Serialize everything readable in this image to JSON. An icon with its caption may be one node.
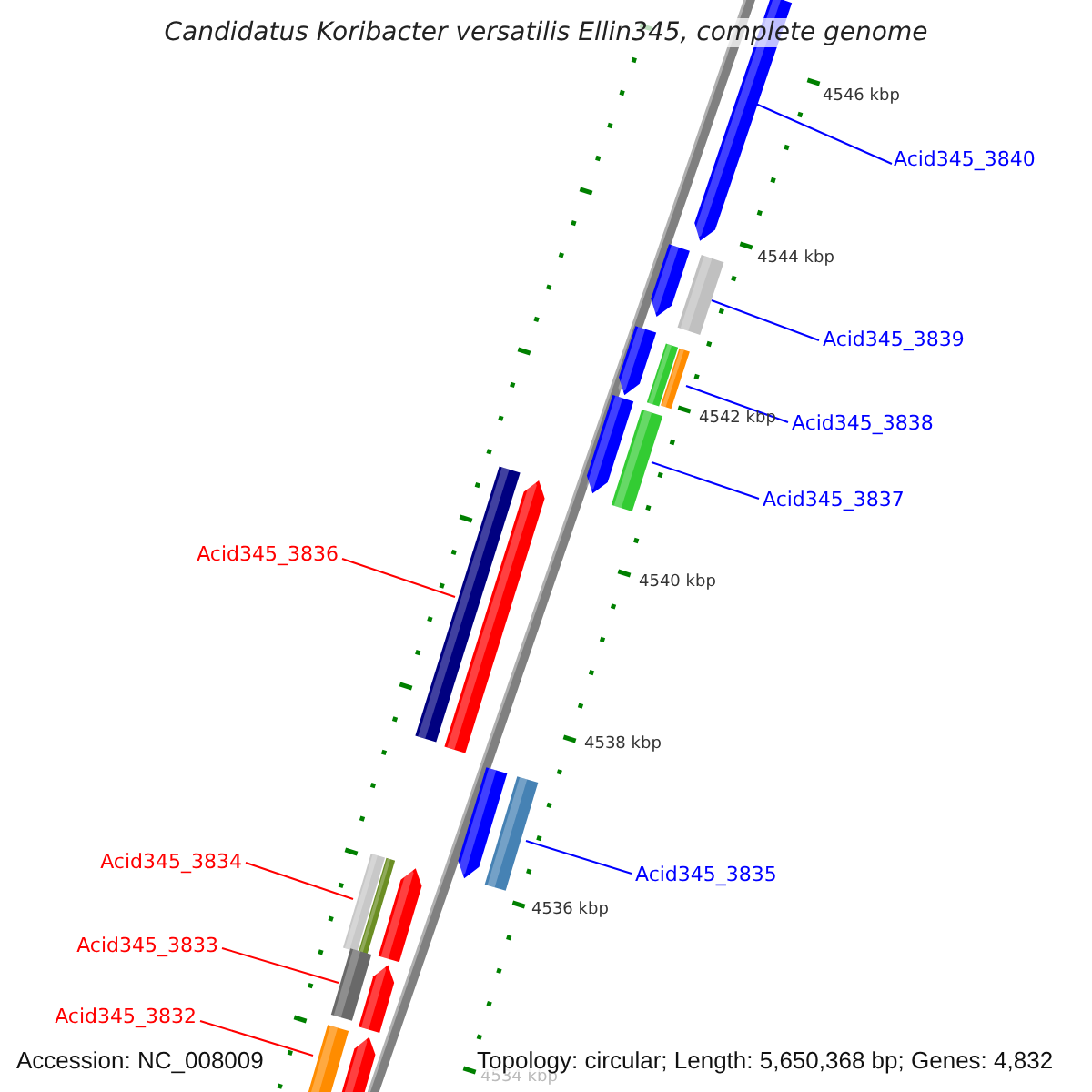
{
  "diagram": {
    "title": "Candidatus Koribacter versatilis Ellin345, complete genome",
    "nodes": [
      {
        "text": [
          "Acid345_3840"
        ]
      },
      {
        "text": [],
        "shape": "bar"
      },
      {
        "text": [
          "Acid345_3839"
        ]
      },
      {
        "text": [],
        "shape": "bar"
      },
      {
        "text": [
          "Acid345_3838"
        ]
      },
      {
        "text": [],
        "shape": "bar"
      },
      {
        "text": [
          "Acid345_3837"
        ]
      },
      {
        "text": [],
        "shape": "bar"
      },
      {
        "text": [
          "Acid345_3836"
        ]
      },
      {
        "text": [],
        "shape": "bar"
      },
      {
        "text": [
          "Acid345_3835"
        ]
      },
      {
        "text": [],
        "shape": "bar"
      },
      {
        "text": [
          "Acid345_3834"
        ]
      },
      {
        "text": [],
        "shape": "bar"
      },
      {
        "text": [
          "Acid345_3833"
        ]
      },
      {
        "text": [],
        "shape": "bar"
      },
      {
        "text": [
          "Acid345_3832"
        ]
      },
      {
        "text": [],
        "shape": "bar"
      }
    ],
    "edges": [
      {
        "from": 0,
        "to": 1,
        "arrow": "none"
      },
      {
        "from": 2,
        "to": 3,
        "arrow": "none"
      },
      {
        "from": 4,
        "to": 5,
        "arrow": "none"
      },
      {
        "from": 6,
        "to": 7,
        "arrow": "none"
      },
      {
        "from": 8,
        "to": 9,
        "arrow": "none",
        "color": "#ff0000"
      },
      {
        "from": 10,
        "to": 11,
        "arrow": "none"
      },
      {
        "from": 12,
        "to": 13,
        "arrow": "none",
        "color": "#ff0000"
      },
      {
        "from": 14,
        "to": 15,
        "arrow": "none",
        "color": "#ff0000"
      },
      {
        "from": 16,
        "to": 17,
        "arrow": "none",
        "color": "#ff0000"
      }
    ],
    "labels": [
      "4546 kbp",
      "4544 kbp",
      "4542 kbp",
      "4540 kbp",
      "4538 kbp",
      "4536 kbp",
      "4534 kbp",
      "Accession: NC_008009",
      "Topology: circular; Length: 5,650,368 bp; Genes: 4,832"
    ]
  }
}
